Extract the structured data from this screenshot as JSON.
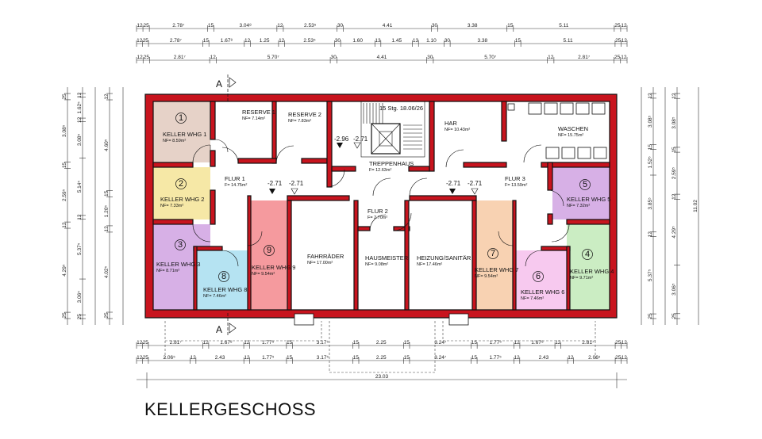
{
  "title": "KELLERGESCHOSS",
  "section_marker": "A",
  "rooms": {
    "keller1": {
      "num": "1",
      "name": "KELLER WHG 1",
      "area": "NF= 8.59m²",
      "color": "#e6d2c8"
    },
    "keller2": {
      "num": "2",
      "name": "KELLER WHG 2",
      "area": "NF= 7.33m²",
      "color": "#f6e8a6"
    },
    "keller3": {
      "num": "3",
      "name": "KELLER WHG 3",
      "area": "NF= 8.71m²",
      "color": "#d7b0e6"
    },
    "keller4": {
      "num": "4",
      "name": "KELLER WHG 4",
      "area": "NF= 9.71m²",
      "color": "#cbedc3"
    },
    "keller5": {
      "num": "5",
      "name": "KELLER WHG 5",
      "area": "NF= 7.32m²",
      "color": "#d7b0e6"
    },
    "keller6": {
      "num": "6",
      "name": "KELLER WHG 6",
      "area": "NF= 7.46m²",
      "color": "#f7c9ef"
    },
    "keller7": {
      "num": "7",
      "name": "KELLER WHG 7",
      "area": "NF= 9.54m²",
      "color": "#f8d2b2"
    },
    "keller8": {
      "num": "8",
      "name": "KELLER WHG 8",
      "area": "NF= 7.46m²",
      "color": "#b5e3f2"
    },
    "keller9": {
      "num": "9",
      "name": "KELLER WHG 9",
      "area": "NF= 9.54m²",
      "color": "#f59a9e"
    },
    "reserve1": {
      "name": "RESERVE 1",
      "area": "NF= 7.14m²"
    },
    "reserve2": {
      "name": "RESERVE 2",
      "area": "NF= 7.83m²"
    },
    "har": {
      "name": "HAR",
      "area": "NF= 10.43m²"
    },
    "waschen": {
      "name": "WASCHEN",
      "area": "NF= 15.75m²"
    },
    "treppenhaus": {
      "name": "TREPPENHAUS",
      "area": "F= 12.63m²",
      "stairs": "15 Stg. 18.06/26"
    },
    "flur1": {
      "name": "FLUR 1",
      "area": "F= 14.75m²"
    },
    "flur2": {
      "name": "FLUR 2",
      "area": "F= 2.70m²"
    },
    "flur3": {
      "name": "FLUR 3",
      "area": "F= 13.59m²"
    },
    "fahrrader": {
      "name": "FAHRRÄDER",
      "area": "NF= 17.00m²"
    },
    "hausmeister": {
      "name": "HAUSMEISTER",
      "area": "NF= 9.08m²"
    },
    "heizung": {
      "name": "HEIZUNG/SANITÄR",
      "area": "NF= 17.46m²"
    }
  },
  "levels": [
    "-2.71",
    "-2.71",
    "-2.96",
    "-2.71",
    "-2.71",
    "-2.71"
  ],
  "dims": {
    "top_row1": [
      "12",
      "25",
      "2.78⁷",
      "15",
      "3.04⁸",
      "12",
      "2.53⁵",
      "30",
      "4.41",
      "30",
      "3.38",
      "15",
      "5.11",
      "25",
      "12"
    ],
    "top_row2": [
      "12",
      "25",
      "2.78⁷",
      "15",
      "1.67⁸",
      "12",
      "1.25",
      "12",
      "2.53⁵",
      "30",
      "1.60",
      "13",
      "1.45",
      "13",
      "1.10",
      "30",
      "3.38",
      "15",
      "5.11",
      "25",
      "12"
    ],
    "top_row3": [
      "12",
      "25",
      "2.81⁷",
      "12",
      "5.70⁷",
      "30",
      "4.41",
      "30",
      "5.70⁷",
      "12",
      "2.81⁷",
      "25",
      "12"
    ],
    "bot_row1": [
      "12",
      "25",
      "2.81⁷",
      "12",
      "1.67⁸",
      "12",
      "1.77⁵",
      "15",
      "3.17⁵",
      "15",
      "2.25",
      "15",
      "3.24⁷",
      "15",
      "1.77⁵",
      "12",
      "1.67⁸",
      "12",
      "2.81⁷",
      "25",
      "12"
    ],
    "bot_row2": [
      "12",
      "25",
      "2.06⁵",
      "12",
      "2.43",
      "12",
      "1.77⁵",
      "15",
      "3.17⁵",
      "15",
      "2.25",
      "15",
      "3.24⁷",
      "15",
      "1.77⁵",
      "12",
      "2.43",
      "12",
      "2.06⁵",
      "25",
      "12"
    ],
    "bot_total": "23.03",
    "left_col1": [
      "25",
      "3.08⁵",
      "15",
      "2.59⁵",
      "12",
      "4.29⁵",
      "25"
    ],
    "left_col2": [
      "12",
      "1.62⁵",
      "12",
      "3.08⁵",
      "5.14⁵",
      "12",
      "5.37⁵",
      "3.06⁵",
      "25"
    ],
    "left_col3": [
      "12",
      "4.60⁵",
      "15",
      "1.20⁵",
      "12",
      "4.02⁵",
      "25"
    ],
    "right_col1": [
      "12",
      "3.08⁵",
      "15",
      "1.52⁵",
      "3.85⁵",
      "12",
      "5.37⁵",
      "25"
    ],
    "right_col2": [
      "12",
      "3.08⁵",
      "15",
      "2.59⁵",
      "12",
      "4.29⁵",
      "3.06⁵",
      "25"
    ],
    "right_total": "11.02"
  }
}
